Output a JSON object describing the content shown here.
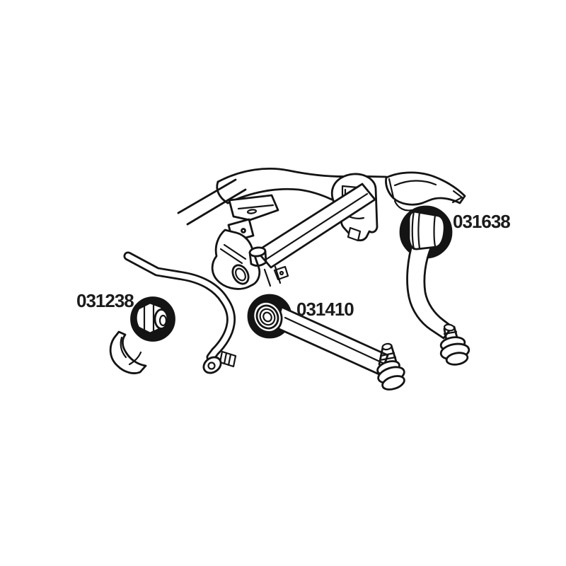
{
  "canvas": {
    "background": "#ffffff",
    "line_color": "#141414",
    "highlight_color": "#e30613"
  },
  "parts": [
    {
      "label": "031238"
    },
    {
      "label": "031410"
    },
    {
      "label": "031638"
    }
  ]
}
